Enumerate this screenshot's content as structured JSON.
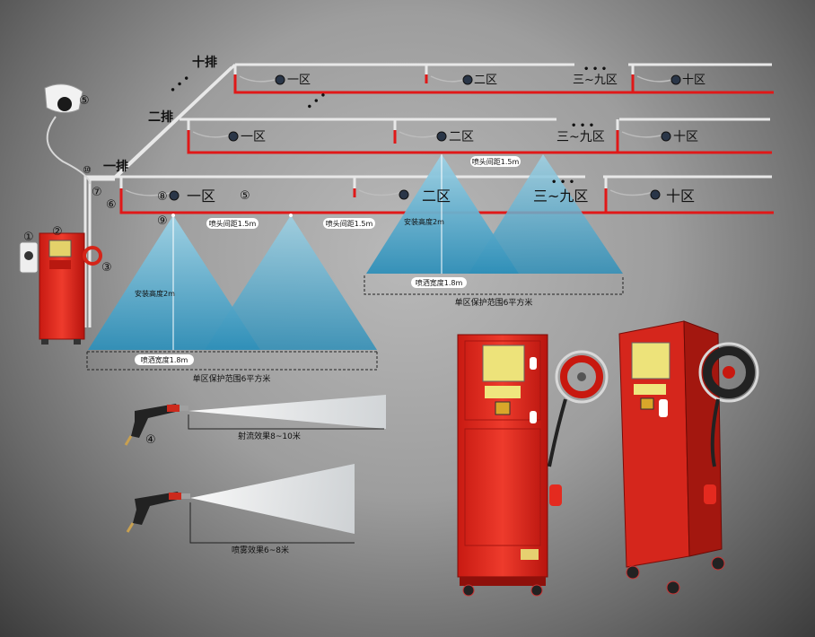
{
  "rows": {
    "row1": "一排",
    "row2": "二排",
    "row10": "十排",
    "ellipsis": "• • •"
  },
  "zones": {
    "z1": "一区",
    "z2": "二区",
    "z3to9": "三~九区",
    "z10": "十区"
  },
  "callouts": [
    "①",
    "②",
    "③",
    "④",
    "⑤",
    "⑥",
    "⑦",
    "⑧",
    "⑨",
    "⑩"
  ],
  "labels": {
    "nozzle_spacing": "喷头间距1.5m",
    "install_height": "安装高度2m",
    "spray_width": "喷洒宽度1.8m",
    "zone_coverage": "单区保护范围6平方米",
    "jet_effect": "射流效果8~10米",
    "mist_effect": "喷雾效果6~8米"
  },
  "colors": {
    "pipe_white": "#e8e8e8",
    "pipe_red": "#e01818",
    "cabinet_red": "#e2261d",
    "spray_blue": "#3e9fc4",
    "label_bg": "#ffffff"
  }
}
